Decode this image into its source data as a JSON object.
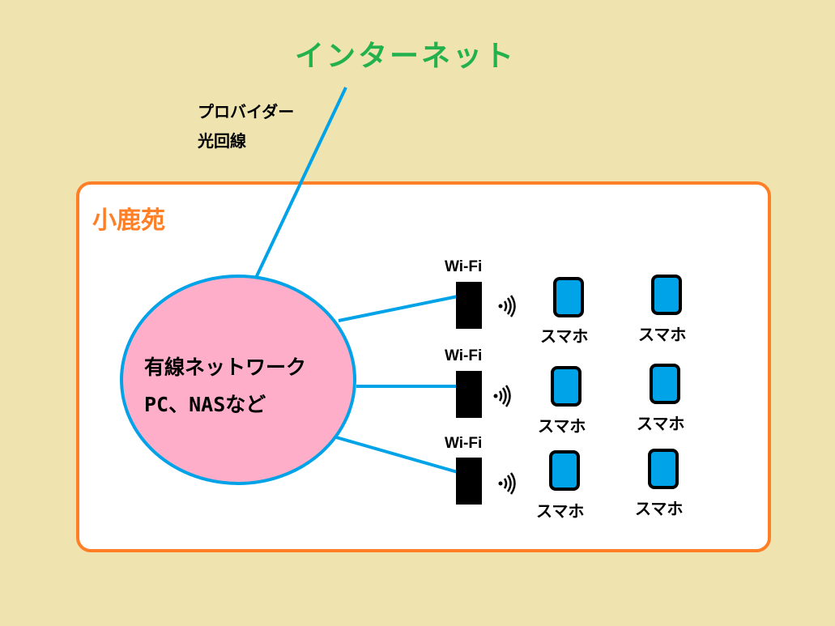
{
  "title": "インターネット",
  "provider": {
    "line1": "プロバイダー",
    "line2": "光回線"
  },
  "campus": {
    "label": "小鹿苑"
  },
  "lan": {
    "line1": "有線ネットワーク",
    "line2": "PC、NASなど"
  },
  "access_points": [
    {
      "label": "Wi-Fi",
      "devices": [
        "スマホ",
        "スマホ"
      ]
    },
    {
      "label": "Wi-Fi",
      "devices": [
        "スマホ",
        "スマホ"
      ]
    },
    {
      "label": "Wi-Fi",
      "devices": [
        "スマホ",
        "スマホ"
      ]
    }
  ],
  "colors": {
    "background": "#efe3b0",
    "internet_text": "#22b14c",
    "campus_border": "#ff7f27",
    "link_line": "#00a2e8",
    "lan_fill": "#ffaec9",
    "phone_fill": "#00a2e8"
  }
}
